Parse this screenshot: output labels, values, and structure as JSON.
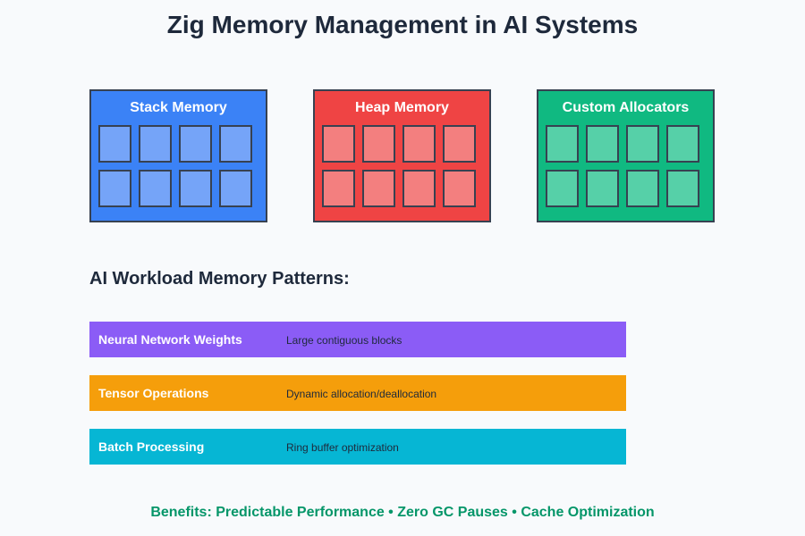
{
  "title": "Zig Memory Management in AI Systems",
  "memory_types": [
    {
      "label": "Stack Memory",
      "color": "#3b82f6",
      "cell_color": "#75a4f8"
    },
    {
      "label": "Heap Memory",
      "color": "#ef4444",
      "cell_color": "#f37f7f"
    },
    {
      "label": "Custom Allocators",
      "color": "#10b981",
      "cell_color": "#56d0a8"
    }
  ],
  "section_title": "AI Workload Memory Patterns:",
  "patterns": [
    {
      "name": "Neural Network Weights",
      "desc": "Large contiguous blocks",
      "color": "#8b5cf6"
    },
    {
      "name": "Tensor Operations",
      "desc": "Dynamic allocation/deallocation",
      "color": "#f59e0b"
    },
    {
      "name": "Batch Processing",
      "desc": "Ring buffer optimization",
      "color": "#06b6d4"
    }
  ],
  "benefits": "Benefits: Predictable Performance • Zero GC Pauses • Cache Optimization"
}
